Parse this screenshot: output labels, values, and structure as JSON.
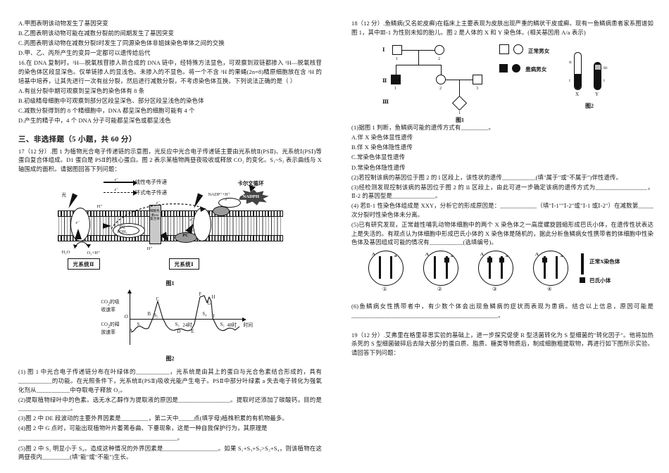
{
  "left_column": {
    "q15_options": [
      "A.甲图表明该动物发生了基因突变",
      "B.乙图表明该动物可能在减数分裂前的间期发生了基因突变",
      "C.丙图表明该动物在减数分裂Ⅰ时发生了同源染色体非姐妹染色单体之间的交换",
      "D.甲、乙、丙所产生的变异一定都可以遗传给后代"
    ],
    "q16_stem": "16.在 DNA 复制时，³H—脱氧核苷掺人新合成的 DNA 链中，经特殊方法显色，可观察到双链都掺入 ³H—脱氧核苷的染色体区段显深色。仅单链掺人的显浅色。未掺入的不显色。将一个不含 ³H 的果蝇(2n=8)精原细胞放在含 ³H 的培基中培养，让其先进行一次有丝分裂，然后进行减数分裂，不考虑染色体互换。下列说法正确的是（ ）",
    "q16_options": [
      "A.有丝分裂中期可观察到呈深色的染色体有 8 条",
      "B.初级精母细胞中可观察到部分区段呈深色、部分区段呈浅色的染色体",
      "C.减数分裂得到的 8 个精细胞中，DNA 都呈深色的细胞可能有 4 个",
      "D.产生的精子中，4 个 DNA 分子可能都呈深色或都呈浅色"
    ],
    "section_title": "三、非选择题（5 小题，共 60 分）",
    "q17_stem": "17（12 分）.图 1 为植物光合电子传递链的示意图，光反应中光合电子传递链主要由光系统Ⅱ(PSⅡ)、光系统Ⅰ(PSⅠ)等蛋白复合体组成。D1 蛋白是 PSⅡ的核心蛋白。图 2 表示某植物两昼夜吸收或释放 CO₂ 的变化。S₁~S₅ 表示曲线与 X 轴围成的面积。请据图回答下列问题：",
    "q17_items": [
      "(1) 图 1 中光合电子传递链分布在叶绿体的___________，光系统是由其上的蛋白与光合色素结合形成的，具有___________的功能。在光照条件下，光系统Ⅱ(PSⅡ)吸收光能产生电子。PSⅡ中部分叶绿素 a 失去电子转化为强氧化剂从___________中夺取电子释放 O₂。",
      "(2)提取植物绿叶中的色素。选无水乙醇作为提取液的原因是_________________。提取时还添加了碳酸钙，目的是_________________。",
      "(3)图 2 中 DE 段波动的主要外界因素是_________，第二天中_____点(填字母)植株积累的有机物最多。",
      "(4)图 2 中 G 点时，可能出现植物叶片萎蔫卷曲、下垂现象，这是一种自我保护行为，其原理是",
      "____________________________________________________。",
      "(5)图 2 中 S₂ 明显小于 S₄。造成这种情况的外界因素是__________________。如果 S₁+S₃+S₅>S₂+S₄，则该植物在这两昼夜内_________(填\"能\"或\"不能\")生长。"
    ],
    "fig1": {
      "caption": "图1",
      "legend": [
        {
          "style": "solid",
          "label": "线性电子传递",
          "e": "e⁻"
        },
        {
          "style": "dashed",
          "label": "环式电子传递",
          "e": "e⁻"
        }
      ],
      "labels": {
        "light": "光",
        "hplus_lumen": "H⁺",
        "hplus_bottom": "H⁺",
        "water": "H₂O",
        "oxygen": "O₂+H⁺",
        "pq": "PQ",
        "pqh2": "PQH₂",
        "pc": "PC",
        "cytb6f": "细胞色素b6f复合体",
        "nadp": "NADP⁺+H⁺",
        "nadph": "NADPH",
        "calvin": "卡尔文循环",
        "psii_box": "光系统Ⅱ",
        "psi_box": "光系统Ⅰ",
        "e_minus": "e⁻"
      }
    },
    "fig2": {
      "caption": "图2",
      "ylabel_top": "CO₂的吸\n收速率",
      "ylabel_bottom": "CO₂的释\n放速率",
      "origin": "O",
      "xlabel": "时间",
      "points": [
        "A",
        "B",
        "C",
        "D",
        "E",
        "F",
        "G",
        "H",
        "I"
      ],
      "areas": [
        "S₁",
        "S₂",
        "S₃",
        "S₄",
        "S₅"
      ],
      "ticks": [
        "24时",
        "48时"
      ]
    }
  },
  "right_column": {
    "q18_stem": "18（12 分）.鱼鳞病(又名蛇皮癣)在临床上主要表现为皮肤出现严重的鳞状干皮或癣。现有一鱼鳞病患者家系图谱如图 1，其中Ⅲ-1 为性别未知的胎儿。图 2 是人体的 X 和 Y 染色体。(相关基因用 A/a 表示)",
    "pedigree": {
      "caption": "图1",
      "legend": [
        {
          "symbols": "□○",
          "label": "正常男女"
        },
        {
          "symbols": "■●",
          "label": "患病男女"
        }
      ],
      "generations": [
        "Ⅰ",
        "Ⅱ",
        "Ⅲ"
      ],
      "individuals": [
        {
          "id": "Ⅰ-1",
          "num": "1",
          "shape": "square",
          "affected": false
        },
        {
          "id": "Ⅰ-2",
          "num": "2",
          "shape": "circle",
          "affected": false
        },
        {
          "id": "Ⅱ-1",
          "num": "1",
          "shape": "square",
          "affected": true
        },
        {
          "id": "Ⅱ-2",
          "num": "2",
          "shape": "circle",
          "affected": false
        },
        {
          "id": "Ⅱ-3",
          "num": "3",
          "shape": "square",
          "affected": false
        },
        {
          "id": "Ⅲ-1",
          "num": "1",
          "shape": "diamond",
          "affected": false
        }
      ]
    },
    "xy_fig": {
      "caption": "图2",
      "x_label": "X",
      "y_label": "Y",
      "regions": [
        "ⅱ",
        "ⅰ",
        "ⅲ",
        "ⅰ"
      ]
    },
    "q18_items": [
      "(1)据图 1 判断，鱼鳞病可能的遗传方式有_________。",
      "A.伴 X 染色体显性遗传",
      "B.伴 X 染色体隐性遗传",
      "C.常染色体显性遗传",
      "D.常染色体隐性遗传",
      "(2)若控制该病的基因位于图 2 的 ⅰ 区段上，该性状的遗传___________(填\"属于\"或\"不属于\")伴性遗传。",
      "(3)经检测发现控制该病的基因位于图 2 的 ⅱ 区段上，由此可进一步确定该病的遗传方式为_________________，Ⅱ-2 的基因型是______________。",
      "(4) 若Ⅱ-1 性染色体组成是 XXY，分析它的形成原因是：____________（填\"Ⅰ-1\"\"Ⅰ-2\"或\"Ⅰ-1 或Ⅰ-2\"）在减数第_____次分裂时性染色体未分离。",
      "(5)已有研究发现，正常雌性哺乳动物体细胞中的两个 X 染色体之一高度螺旋圆缩形成巴氏小体，在遗传性状表达上是失活的。有观点认为体细胞中形成巴氏小体的 X 染色体是随机的，据此分析鱼鳞病女性携带者的体细胞中性染色体及基因组成可能的情况有___________(选填编号)。",
      "(6)鱼鳞病女性携带者中，有少数个体会出现鱼鳞病的症状而表现为患病。结合以上信息，原因可能是________________________________________________。"
    ],
    "cells_fig": {
      "cells": [
        {
          "num": "①",
          "left_allele": "A",
          "right_allele": "a",
          "left_barr": false,
          "right_barr": false
        },
        {
          "num": "②",
          "left_allele": "A",
          "right_allele": "a",
          "left_barr": false,
          "right_barr": true
        },
        {
          "num": "③",
          "left_allele": "A",
          "right_allele": "a",
          "left_barr": true,
          "right_barr": true
        },
        {
          "num": "④",
          "left_allele": "A",
          "right_allele": "a",
          "left_barr": true,
          "right_barr": false
        }
      ],
      "legend": [
        {
          "icon": "rod",
          "label": "正常X染色体"
        },
        {
          "icon": "block",
          "label": "巴氏小体"
        }
      ]
    },
    "q19_stem": "19（12 分）.艾弗里在格里菲思实验的基础上，进一步探究促使 R 型活菌转化为 S 型细菌的\"转化因子\"。他将加热杀死的 S 型细菌破碎后去除大部分的蛋白质、脂质、糖类等物质后，制成细胞粗提取物，再进行如下图所示实验。请回答下列问题："
  }
}
